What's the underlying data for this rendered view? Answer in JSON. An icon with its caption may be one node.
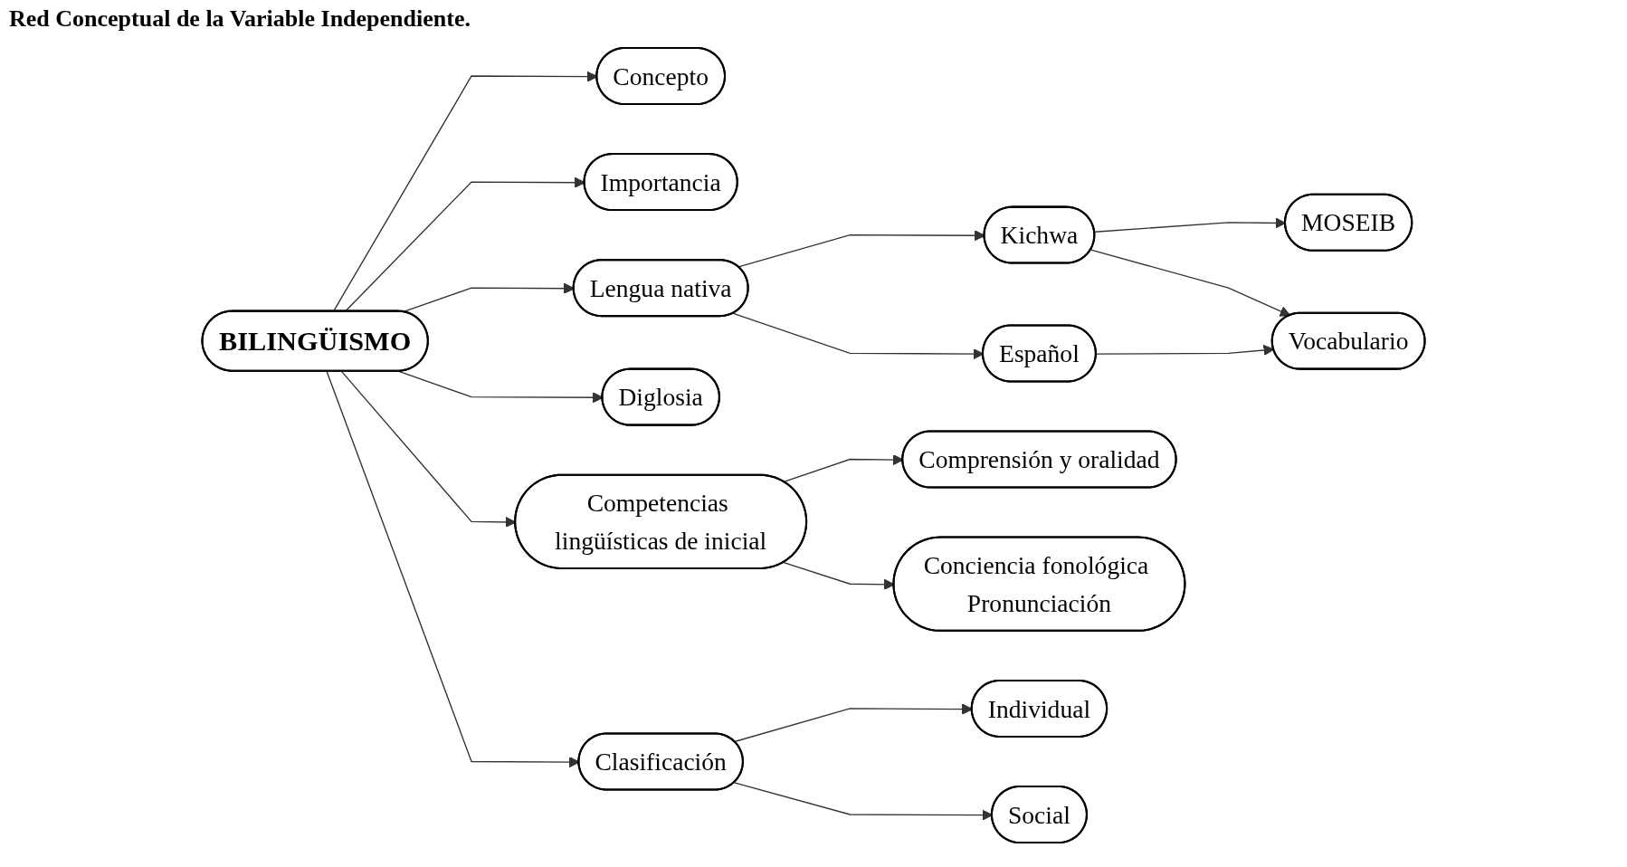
{
  "diagram": {
    "title": "Red Conceptual de la Variable Independiente.",
    "nodes": [
      {
        "text": [
          "BILINGÜISMO"
        ]
      },
      {
        "text": [
          "Concepto"
        ]
      },
      {
        "text": [
          "Importancia"
        ]
      },
      {
        "text": [
          "Lengua nativa"
        ]
      },
      {
        "text": [
          "Kichwa"
        ]
      },
      {
        "text": [
          "MOSEIB"
        ]
      },
      {
        "text": [
          "Vocabulario"
        ]
      },
      {
        "text": [
          "Español"
        ]
      },
      {
        "text": [
          "Diglosia"
        ]
      },
      {
        "text": [
          "Competencias lingüísticas de inicial"
        ]
      },
      {
        "text": [
          "Comprensión y oralidad"
        ]
      },
      {
        "text": [
          "Conciencia fonológica Pronunciación"
        ]
      },
      {
        "text": [
          "Clasificación"
        ]
      },
      {
        "text": [
          "Individual"
        ]
      },
      {
        "text": [
          "Social"
        ]
      }
    ],
    "edges": [
      {
        "from": 0,
        "to": 1,
        "arrow": "to"
      },
      {
        "from": 0,
        "to": 2,
        "arrow": "to"
      },
      {
        "from": 0,
        "to": 3,
        "arrow": "to"
      },
      {
        "from": 3,
        "to": 4,
        "arrow": "to"
      },
      {
        "from": 4,
        "to": 5,
        "arrow": "to"
      },
      {
        "from": 4,
        "to": 6,
        "arrow": "to"
      },
      {
        "from": 3,
        "to": 7,
        "arrow": "to"
      },
      {
        "from": 7,
        "to": 6,
        "arrow": "to"
      },
      {
        "from": 0,
        "to": 8,
        "arrow": "to"
      },
      {
        "from": 0,
        "to": 9,
        "arrow": "to"
      },
      {
        "from": 9,
        "to": 10,
        "arrow": "to"
      },
      {
        "from": 9,
        "to": 11,
        "arrow": "to"
      },
      {
        "from": 0,
        "to": 12,
        "arrow": "to"
      },
      {
        "from": 12,
        "to": 13,
        "arrow": "to"
      },
      {
        "from": 12,
        "to": 14,
        "arrow": "to"
      }
    ]
  }
}
